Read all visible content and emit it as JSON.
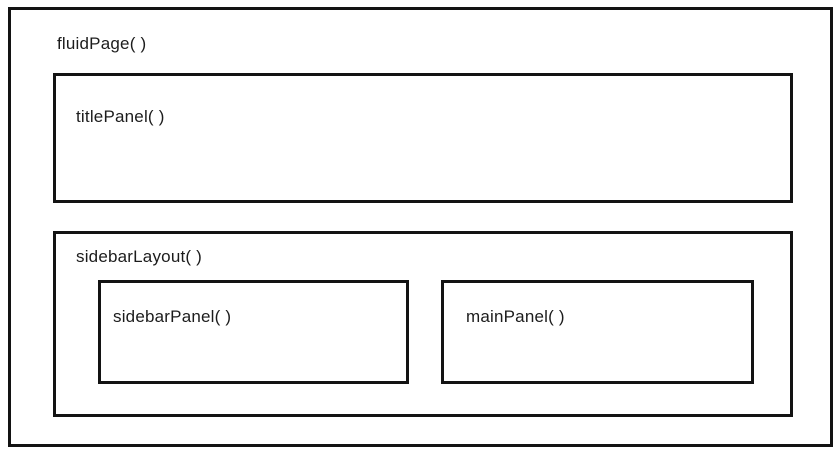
{
  "diagram": {
    "labels": {
      "fluid_page": "fluidPage( )",
      "title_panel": "titlePanel( )",
      "sidebar_layout": "sidebarLayout( )",
      "sidebar_panel": "sidebarPanel( )",
      "main_panel": "mainPanel( )"
    },
    "colors": {
      "border": "#131313",
      "background": "#ffffff",
      "text": "#1c1c1c"
    }
  }
}
